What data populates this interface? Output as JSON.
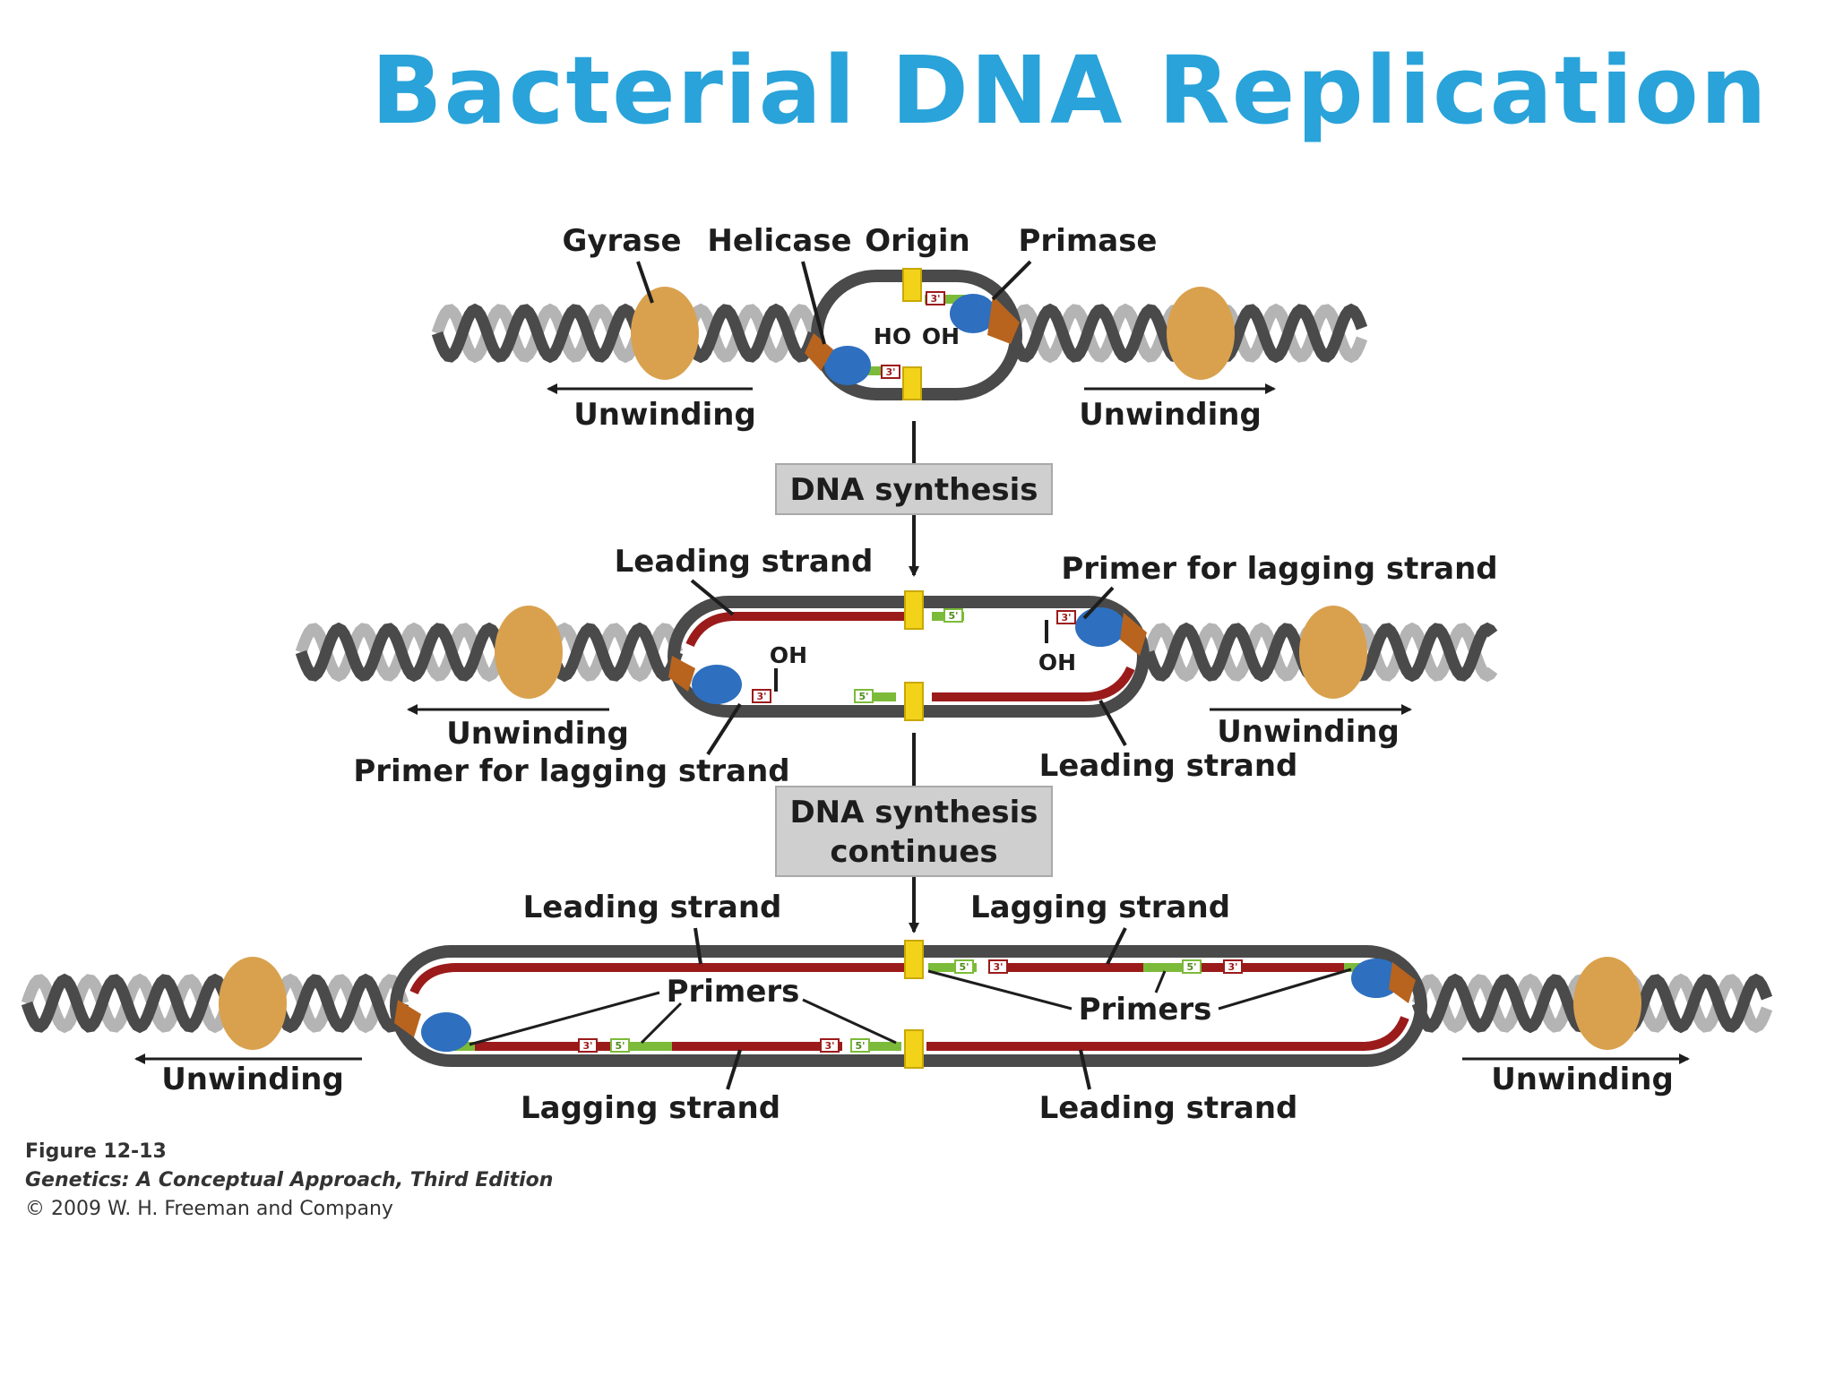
{
  "title": "Bacterial DNA Replication",
  "colors": {
    "title": "#29a3d9",
    "strand_dark": "#4a4a4a",
    "strand_light": "#b4b4b4",
    "new_strand": "#9b1b1b",
    "primer": "#7cbb3a",
    "origin": "#f2d31a",
    "gyrase": "#d9a14e",
    "helicase": "#b8641e",
    "primase": "#2e6fbf"
  },
  "stage1": {
    "labels": {
      "gyrase": "Gyrase",
      "helicase": "Helicase",
      "origin": "Origin",
      "primase": "Primase",
      "ho": "HO",
      "oh": "OH",
      "unwinding_left": "Unwinding",
      "unwinding_right": "Unwinding"
    }
  },
  "arrow1": {
    "label": "DNA synthesis"
  },
  "stage2": {
    "labels": {
      "leading_top": "Leading strand",
      "primer_lagging_top": "Primer for lagging strand",
      "oh_left": "OH",
      "oh_right": "OH",
      "unwinding_left": "Unwinding",
      "unwinding_right": "Unwinding",
      "primer_lagging_bottom": "Primer for lagging strand",
      "leading_bottom": "Leading strand"
    }
  },
  "arrow2": {
    "label_line1": "DNA synthesis",
    "label_line2": "continues"
  },
  "stage3": {
    "labels": {
      "leading_top": "Leading strand",
      "lagging_top": "Lagging strand",
      "primers_left": "Primers",
      "primers_right": "Primers",
      "unwinding_left": "Unwinding",
      "unwinding_right": "Unwinding",
      "lagging_bottom": "Lagging strand",
      "leading_bottom": "Leading strand"
    }
  },
  "end_tags": {
    "three": "3'",
    "five": "5'"
  },
  "caption": {
    "figure": "Figure 12-13",
    "book": "Genetics: A Conceptual Approach, Third Edition",
    "copyright": "© 2009 W. H. Freeman and Company"
  }
}
